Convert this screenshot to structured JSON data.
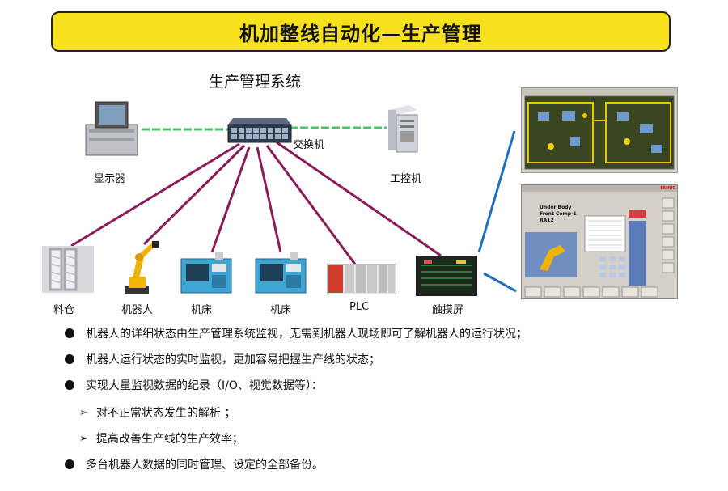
{
  "title": "机加整线自动化—生产管理",
  "system_title": "生产管理系统",
  "devices": {
    "monitor": "显示器",
    "switch": "交换机",
    "ipc": "工控机",
    "material_bin": "料仓",
    "robot": "机器人",
    "machine1": "机床",
    "machine2": "机床",
    "plc": "PLC",
    "touchscreen": "触摸屏"
  },
  "hmi_screen": {
    "line1": "Under Body",
    "line2": "Front Comp-1",
    "line3": "RA12",
    "brand": "FANUC"
  },
  "bullets": [
    {
      "text": "机器人的详细状态由生产管理系统监视，无需到机器人现场即可了解机器人的运行状况；",
      "level": 1
    },
    {
      "text": "机器人运行状态的实时监视，更加容易把握生产线的状态；",
      "level": 1
    },
    {
      "text": "实现大量监视数据的纪录（I/O、视觉数据等）：",
      "level": 1
    },
    {
      "text": "对不正常状态发生的解析 ；",
      "level": 2
    },
    {
      "text": "提高改善生产线的生产效率；",
      "level": 2
    },
    {
      "text": "多台机器人数据的同时管理、设定的全部备份。",
      "level": 1
    }
  ],
  "colors": {
    "title_bg": "#f7e01c",
    "network_line": "#8b1c5a",
    "ethernet_line": "#4fbf6a",
    "screen_link": "#1f6fbf"
  }
}
